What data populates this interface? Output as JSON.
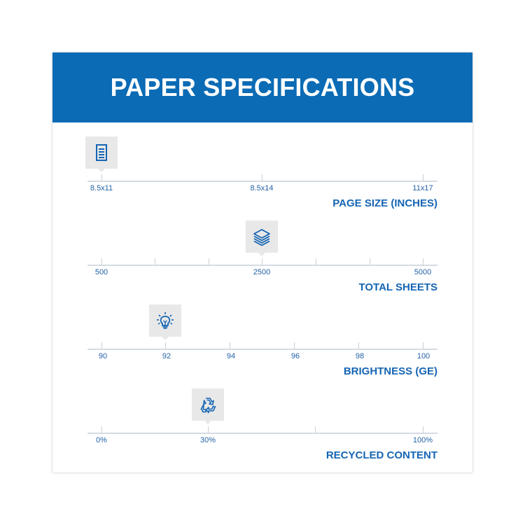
{
  "header": {
    "title": "PAPER SPECIFICATIONS"
  },
  "colors": {
    "banner": "#0b6bb5",
    "accent": "#1565b3",
    "marker_bg": "#e8e8e8",
    "axis": "#d4dbe2"
  },
  "scales": [
    {
      "title": "PAGE SIZE (INCHES)",
      "icon": "document-icon",
      "selected": "8.5x11",
      "labels": [
        "8.5x11",
        "8.5x14",
        "11x17"
      ]
    },
    {
      "title": "TOTAL SHEETS",
      "icon": "paper-stack-icon",
      "selected": "2500",
      "labels": [
        "500",
        "2500",
        "5000"
      ]
    },
    {
      "title": "BRIGHTNESS (GE)",
      "icon": "lightbulb-icon",
      "selected": "92",
      "labels": [
        "90",
        "92",
        "94",
        "96",
        "98",
        "100"
      ]
    },
    {
      "title": "RECYCLED CONTENT",
      "icon": "recycle-icon",
      "selected": "30%",
      "labels": [
        "0%",
        "30%",
        "100%"
      ]
    }
  ],
  "chart_data": {
    "type": "table",
    "title": "PAPER SPECIFICATIONS",
    "rows": [
      {
        "spec": "PAGE SIZE (INCHES)",
        "value": "8.5x11",
        "scale": [
          "8.5x11",
          "8.5x14",
          "11x17"
        ]
      },
      {
        "spec": "TOTAL SHEETS",
        "value": 2500,
        "scale": [
          500,
          2500,
          5000
        ]
      },
      {
        "spec": "BRIGHTNESS (GE)",
        "value": 92,
        "scale": [
          90,
          92,
          94,
          96,
          98,
          100
        ]
      },
      {
        "spec": "RECYCLED CONTENT",
        "value": "30%",
        "scale": [
          "0%",
          "30%",
          "100%"
        ]
      }
    ]
  }
}
